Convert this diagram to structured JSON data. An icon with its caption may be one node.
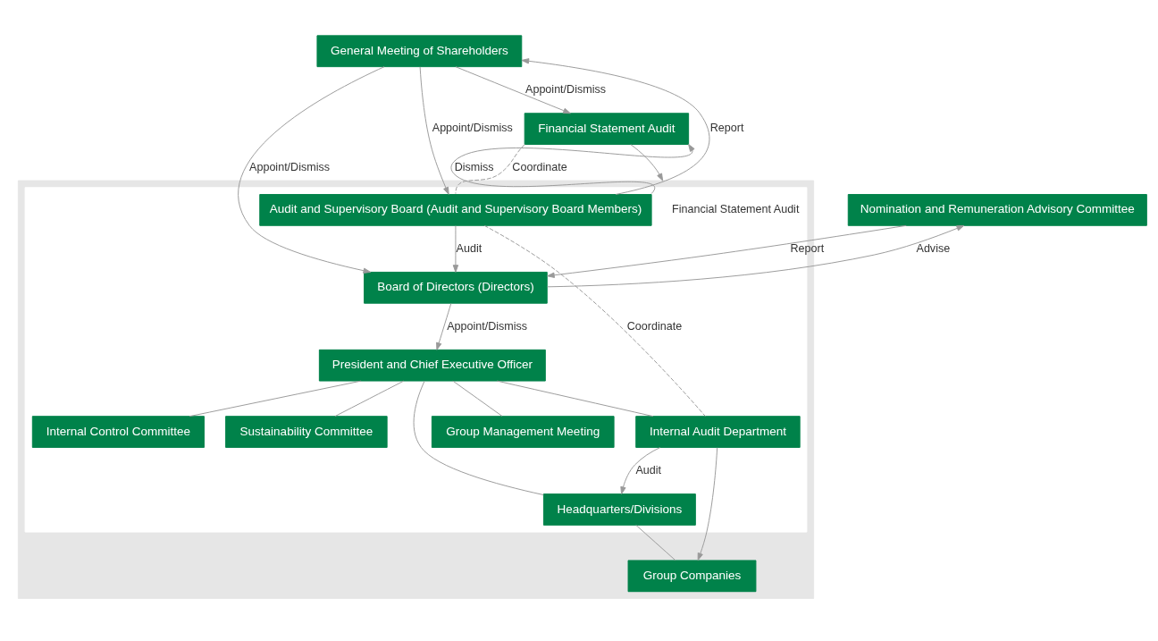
{
  "diagram": {
    "nodes": [
      {
        "text": [
          "General Meeting of Shareholders"
        ]
      },
      {
        "text": [
          "Nomination and Remuneration Advisory Committee"
        ]
      },
      {
        "text": [
          "Financial Statement Audit"
        ]
      },
      {
        "text": [],
        "shape": "box"
      },
      {
        "text": [],
        "shape": "box",
        "in": 3
      },
      {
        "text": [
          "Board of Directors (Directors)"
        ],
        "in": 4
      },
      {
        "text": [
          "Audit and Supervisory Board (Audit and Supervisory Board Members)"
        ],
        "in": 4
      },
      {
        "text": [
          "President and Chief Executive Officer"
        ],
        "in": 4
      },
      {
        "text": [
          "Group Management Meeting"
        ],
        "in": 4
      },
      {
        "text": [
          "Internal Control Committee"
        ],
        "in": 4
      },
      {
        "text": [
          "Sustainability Committee"
        ],
        "in": 4
      },
      {
        "text": [
          "Internal Audit Department"
        ],
        "in": 4
      },
      {
        "text": [
          "Headquarters/Divisions"
        ],
        "in": 4
      },
      {
        "text": [
          "Group Companies"
        ],
        "in": 3
      }
    ],
    "edges": [
      {
        "from": 0,
        "to": 5,
        "arrow": "to",
        "label": "Appoint/Dismiss"
      },
      {
        "from": 6,
        "to": 0,
        "arrow": "to",
        "label": "Report"
      },
      {
        "from": 0,
        "to": 6,
        "arrow": "to",
        "label": "Appoint/Dismiss"
      },
      {
        "from": 0,
        "to": 2,
        "arrow": "to",
        "label": "Appoint/Dismiss"
      },
      {
        "from": 5,
        "to": 1,
        "arrow": "to",
        "label": "Advise"
      },
      {
        "from": 1,
        "to": 5,
        "arrow": "to",
        "label": "Report"
      },
      {
        "from": 2,
        "to": 3,
        "arrow": "to",
        "label": "Financial Statement Audit"
      },
      {
        "from": 2,
        "to": 6,
        "arrow": "none",
        "label": "Coordinate",
        "style": "dashed"
      },
      {
        "from": 6,
        "to": 2,
        "arrow": "to",
        "label": "Dismiss"
      },
      {
        "from": 6,
        "to": 5,
        "arrow": "to",
        "label": "Audit"
      },
      {
        "from": 5,
        "to": 7,
        "arrow": "to",
        "label": "Appoint/Dismiss"
      },
      {
        "from": 7,
        "to": 8,
        "arrow": "none"
      },
      {
        "from": 7,
        "to": 9,
        "arrow": "none"
      },
      {
        "from": 7,
        "to": 10,
        "arrow": "none"
      },
      {
        "from": 7,
        "to": 11,
        "arrow": "none"
      },
      {
        "from": 7,
        "to": 12,
        "arrow": "none"
      },
      {
        "from": 6,
        "to": 11,
        "arrow": "none",
        "label": "Coordinate",
        "style": "dashed"
      },
      {
        "from": 11,
        "to": 12,
        "arrow": "to",
        "label": "Audit"
      },
      {
        "from": 11,
        "to": 13,
        "arrow": "to"
      },
      {
        "from": 12,
        "to": 13,
        "arrow": "none"
      }
    ]
  }
}
